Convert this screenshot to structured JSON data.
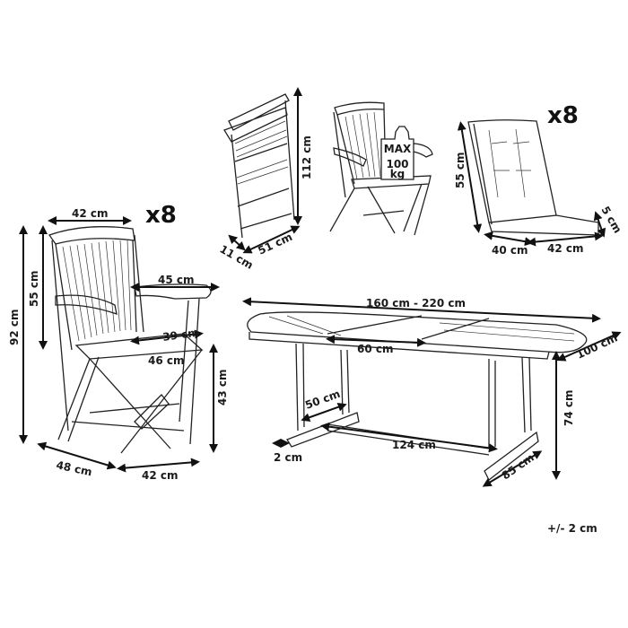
{
  "chair": {
    "quantity": "x8",
    "width_top": "42 cm",
    "total_height": "92 cm",
    "back_height": "55 cm",
    "armrest_width": "45 cm",
    "seat_depth_inner": "39 cm",
    "seat_width": "46 cm",
    "seat_height": "43 cm",
    "depth": "48 cm",
    "width_base": "42 cm"
  },
  "folded_chair": {
    "height": "112 cm",
    "thickness": "11 cm",
    "width": "51 cm"
  },
  "load_badge": {
    "line1": "MAX",
    "line2": "100",
    "line3": "kg"
  },
  "cushion": {
    "quantity": "x8",
    "back_height": "55 cm",
    "thickness": "5 cm",
    "depth": "40 cm",
    "width": "42 cm"
  },
  "table": {
    "length": "160 cm - 220 cm",
    "extension": "60 cm",
    "width": "100 cm",
    "height": "74 cm",
    "foot_depth": "50 cm",
    "foot_offset": "2 cm",
    "stretcher_length": "124 cm",
    "foot_length": "85 cm"
  },
  "tolerance": "+/- 2 cm"
}
